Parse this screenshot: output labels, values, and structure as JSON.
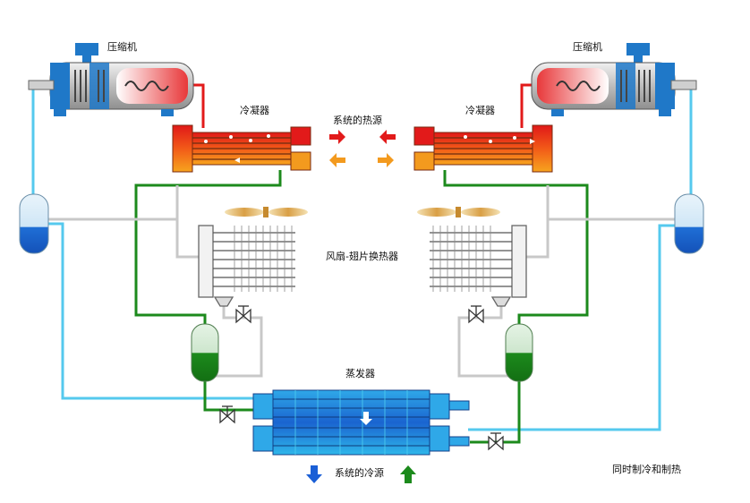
{
  "labels": {
    "compressor_left": "压缩机",
    "compressor_right": "压缩机",
    "condenser_left": "冷凝器",
    "condenser_right": "冷凝器",
    "heat_source": "系统的热源",
    "fan_coil": "风扇-翅片换热器",
    "evaporator": "蒸发器",
    "cold_source": "系统的冷源",
    "caption": "同时制冷和制热"
  },
  "colors": {
    "hot_red": "#e21a1a",
    "warm_orange": "#f39a1e",
    "pipe_cyan": "#55c9ee",
    "pipe_green": "#1c8a1c",
    "pipe_gray": "#c8c8c8",
    "cold_blue": "#1a5fd6",
    "compressor_blue": "#1f78c8"
  }
}
